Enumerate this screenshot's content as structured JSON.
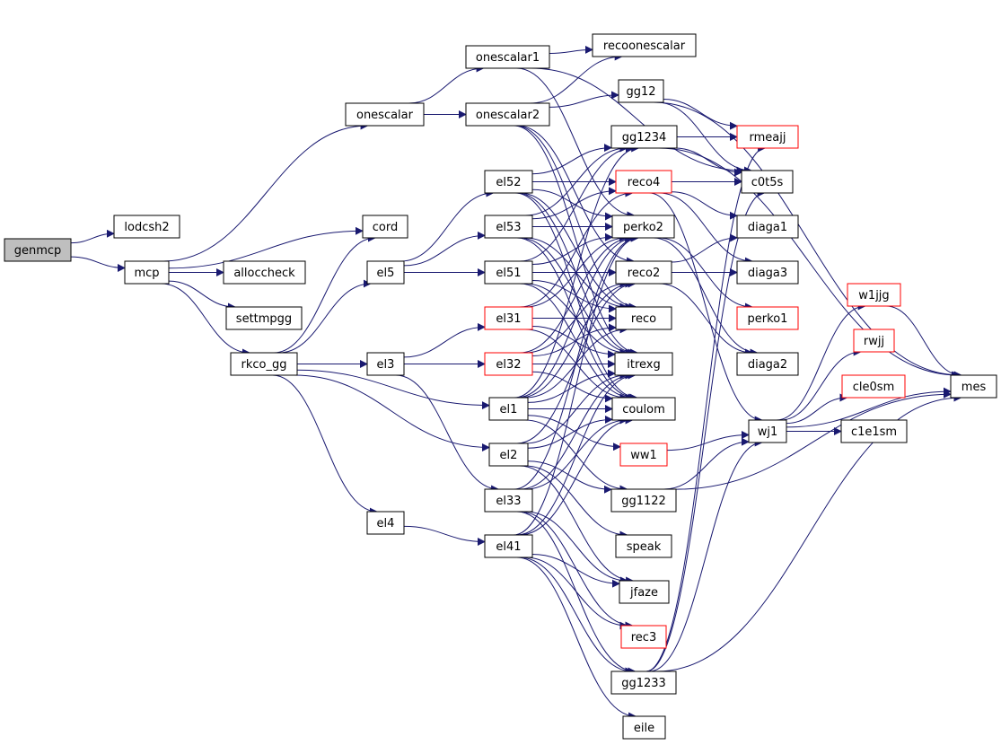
{
  "colors": {
    "edge": "#191970",
    "root_fill": "#bfbfbf",
    "missing_border": "#ff0000",
    "node_border": "#000000"
  },
  "nodes": [
    {
      "id": "genmcp",
      "label": "genmcp",
      "style": "root"
    },
    {
      "id": "lodcsh2",
      "label": "lodcsh2"
    },
    {
      "id": "mcp",
      "label": "mcp"
    },
    {
      "id": "onescalar",
      "label": "onescalar"
    },
    {
      "id": "cord",
      "label": "cord"
    },
    {
      "id": "alloccheck",
      "label": "alloccheck"
    },
    {
      "id": "settmpgg",
      "label": "settmpgg"
    },
    {
      "id": "rkco_gg",
      "label": "rkco_gg"
    },
    {
      "id": "el5",
      "label": "el5"
    },
    {
      "id": "el3",
      "label": "el3"
    },
    {
      "id": "el4",
      "label": "el4"
    },
    {
      "id": "onescalar1",
      "label": "onescalar1"
    },
    {
      "id": "onescalar2",
      "label": "onescalar2"
    },
    {
      "id": "el52",
      "label": "el52"
    },
    {
      "id": "el53",
      "label": "el53"
    },
    {
      "id": "el51",
      "label": "el51"
    },
    {
      "id": "el31",
      "label": "el31",
      "style": "red"
    },
    {
      "id": "el32",
      "label": "el32",
      "style": "red"
    },
    {
      "id": "el1",
      "label": "el1"
    },
    {
      "id": "el2",
      "label": "el2"
    },
    {
      "id": "el33",
      "label": "el33"
    },
    {
      "id": "el41",
      "label": "el41"
    },
    {
      "id": "recoonescalar",
      "label": "recoonescalar"
    },
    {
      "id": "gg12",
      "label": "gg12"
    },
    {
      "id": "gg1234",
      "label": "gg1234"
    },
    {
      "id": "reco4",
      "label": "reco4",
      "style": "red"
    },
    {
      "id": "perko2",
      "label": "perko2"
    },
    {
      "id": "reco2",
      "label": "reco2"
    },
    {
      "id": "reco",
      "label": "reco"
    },
    {
      "id": "itrexg",
      "label": "itrexg"
    },
    {
      "id": "coulom",
      "label": "coulom"
    },
    {
      "id": "ww1",
      "label": "ww1",
      "style": "red"
    },
    {
      "id": "gg1122",
      "label": "gg1122"
    },
    {
      "id": "speak",
      "label": "speak"
    },
    {
      "id": "jfaze",
      "label": "jfaze"
    },
    {
      "id": "rec3",
      "label": "rec3",
      "style": "red"
    },
    {
      "id": "gg1233",
      "label": "gg1233"
    },
    {
      "id": "eile",
      "label": "eile"
    },
    {
      "id": "rmeajj",
      "label": "rmeajj",
      "style": "red"
    },
    {
      "id": "c0t5s",
      "label": "c0t5s"
    },
    {
      "id": "diaga1",
      "label": "diaga1"
    },
    {
      "id": "diaga3",
      "label": "diaga3"
    },
    {
      "id": "perko1",
      "label": "perko1",
      "style": "red"
    },
    {
      "id": "diaga2",
      "label": "diaga2"
    },
    {
      "id": "wj1",
      "label": "wj1"
    },
    {
      "id": "w1jjg",
      "label": "w1jjg",
      "style": "red"
    },
    {
      "id": "rwjj",
      "label": "rwjj",
      "style": "red"
    },
    {
      "id": "cle0sm",
      "label": "cle0sm",
      "style": "red"
    },
    {
      "id": "c1e1sm",
      "label": "c1e1sm"
    },
    {
      "id": "mes",
      "label": "mes"
    }
  ],
  "edges": [
    [
      "genmcp",
      "lodcsh2"
    ],
    [
      "genmcp",
      "mcp"
    ],
    [
      "mcp",
      "onescalar"
    ],
    [
      "mcp",
      "cord"
    ],
    [
      "mcp",
      "alloccheck"
    ],
    [
      "mcp",
      "settmpgg"
    ],
    [
      "mcp",
      "rkco_gg"
    ],
    [
      "onescalar",
      "onescalar1"
    ],
    [
      "onescalar",
      "onescalar2"
    ],
    [
      "onescalar1",
      "recoonescalar"
    ],
    [
      "onescalar1",
      "c0t5s"
    ],
    [
      "onescalar1",
      "perko2"
    ],
    [
      "onescalar2",
      "recoonescalar"
    ],
    [
      "onescalar2",
      "gg12"
    ],
    [
      "onescalar2",
      "reco"
    ],
    [
      "onescalar2",
      "itrexg"
    ],
    [
      "onescalar2",
      "reco2"
    ],
    [
      "rkco_gg",
      "cord"
    ],
    [
      "rkco_gg",
      "el5"
    ],
    [
      "rkco_gg",
      "el3"
    ],
    [
      "rkco_gg",
      "el4"
    ],
    [
      "rkco_gg",
      "el1"
    ],
    [
      "rkco_gg",
      "el2"
    ],
    [
      "el5",
      "el52"
    ],
    [
      "el5",
      "el53"
    ],
    [
      "el5",
      "el51"
    ],
    [
      "el3",
      "el31"
    ],
    [
      "el3",
      "el32"
    ],
    [
      "el3",
      "el33"
    ],
    [
      "el4",
      "el41"
    ],
    [
      "el52",
      "gg1234"
    ],
    [
      "el52",
      "reco4"
    ],
    [
      "el52",
      "perko2"
    ],
    [
      "el52",
      "reco"
    ],
    [
      "el52",
      "itrexg"
    ],
    [
      "el52",
      "coulom"
    ],
    [
      "el53",
      "gg1234"
    ],
    [
      "el53",
      "reco4"
    ],
    [
      "el53",
      "perko2"
    ],
    [
      "el53",
      "reco"
    ],
    [
      "el53",
      "itrexg"
    ],
    [
      "el53",
      "coulom"
    ],
    [
      "el51",
      "gg1234"
    ],
    [
      "el51",
      "reco2"
    ],
    [
      "el51",
      "perko2"
    ],
    [
      "el51",
      "reco"
    ],
    [
      "el51",
      "itrexg"
    ],
    [
      "el51",
      "coulom"
    ],
    [
      "el31",
      "reco4"
    ],
    [
      "el31",
      "perko2"
    ],
    [
      "el31",
      "reco"
    ],
    [
      "el31",
      "itrexg"
    ],
    [
      "el31",
      "coulom"
    ],
    [
      "el32",
      "reco2"
    ],
    [
      "el32",
      "perko2"
    ],
    [
      "el32",
      "reco"
    ],
    [
      "el32",
      "itrexg"
    ],
    [
      "el32",
      "coulom"
    ],
    [
      "el1",
      "gg1234"
    ],
    [
      "el1",
      "perko2"
    ],
    [
      "el1",
      "reco2"
    ],
    [
      "el1",
      "reco"
    ],
    [
      "el1",
      "itrexg"
    ],
    [
      "el1",
      "coulom"
    ],
    [
      "el1",
      "ww1"
    ],
    [
      "el1",
      "gg1122"
    ],
    [
      "el2",
      "reco2"
    ],
    [
      "el2",
      "itrexg"
    ],
    [
      "el2",
      "coulom"
    ],
    [
      "el2",
      "gg1122"
    ],
    [
      "el2",
      "speak"
    ],
    [
      "el2",
      "jfaze"
    ],
    [
      "el33",
      "perko2"
    ],
    [
      "el33",
      "itrexg"
    ],
    [
      "el33",
      "coulom"
    ],
    [
      "el33",
      "jfaze"
    ],
    [
      "el33",
      "rec3"
    ],
    [
      "el33",
      "gg1233"
    ],
    [
      "el41",
      "perko2"
    ],
    [
      "el41",
      "itrexg"
    ],
    [
      "el41",
      "coulom"
    ],
    [
      "el41",
      "jfaze"
    ],
    [
      "el41",
      "rec3"
    ],
    [
      "el41",
      "gg1233"
    ],
    [
      "el41",
      "eile"
    ],
    [
      "gg12",
      "rmeajj"
    ],
    [
      "gg12",
      "c0t5s"
    ],
    [
      "gg12",
      "mes"
    ],
    [
      "gg1234",
      "rmeajj"
    ],
    [
      "gg1234",
      "c0t5s"
    ],
    [
      "gg1234",
      "mes"
    ],
    [
      "reco4",
      "c0t5s"
    ],
    [
      "reco4",
      "diaga1"
    ],
    [
      "reco4",
      "diaga3"
    ],
    [
      "reco4",
      "wj1"
    ],
    [
      "perko2",
      "perko1"
    ],
    [
      "perko2",
      "diaga2"
    ],
    [
      "reco2",
      "diaga1"
    ],
    [
      "reco2",
      "diaga3"
    ],
    [
      "reco2",
      "diaga2"
    ],
    [
      "ww1",
      "wj1"
    ],
    [
      "gg1122",
      "wj1"
    ],
    [
      "gg1122",
      "mes"
    ],
    [
      "gg1233",
      "rmeajj"
    ],
    [
      "gg1233",
      "c0t5s"
    ],
    [
      "gg1233",
      "wj1"
    ],
    [
      "gg1233",
      "mes"
    ],
    [
      "wj1",
      "w1jjg"
    ],
    [
      "wj1",
      "rwjj"
    ],
    [
      "wj1",
      "cle0sm"
    ],
    [
      "wj1",
      "c1e1sm"
    ],
    [
      "wj1",
      "mes"
    ],
    [
      "w1jjg",
      "mes"
    ]
  ]
}
